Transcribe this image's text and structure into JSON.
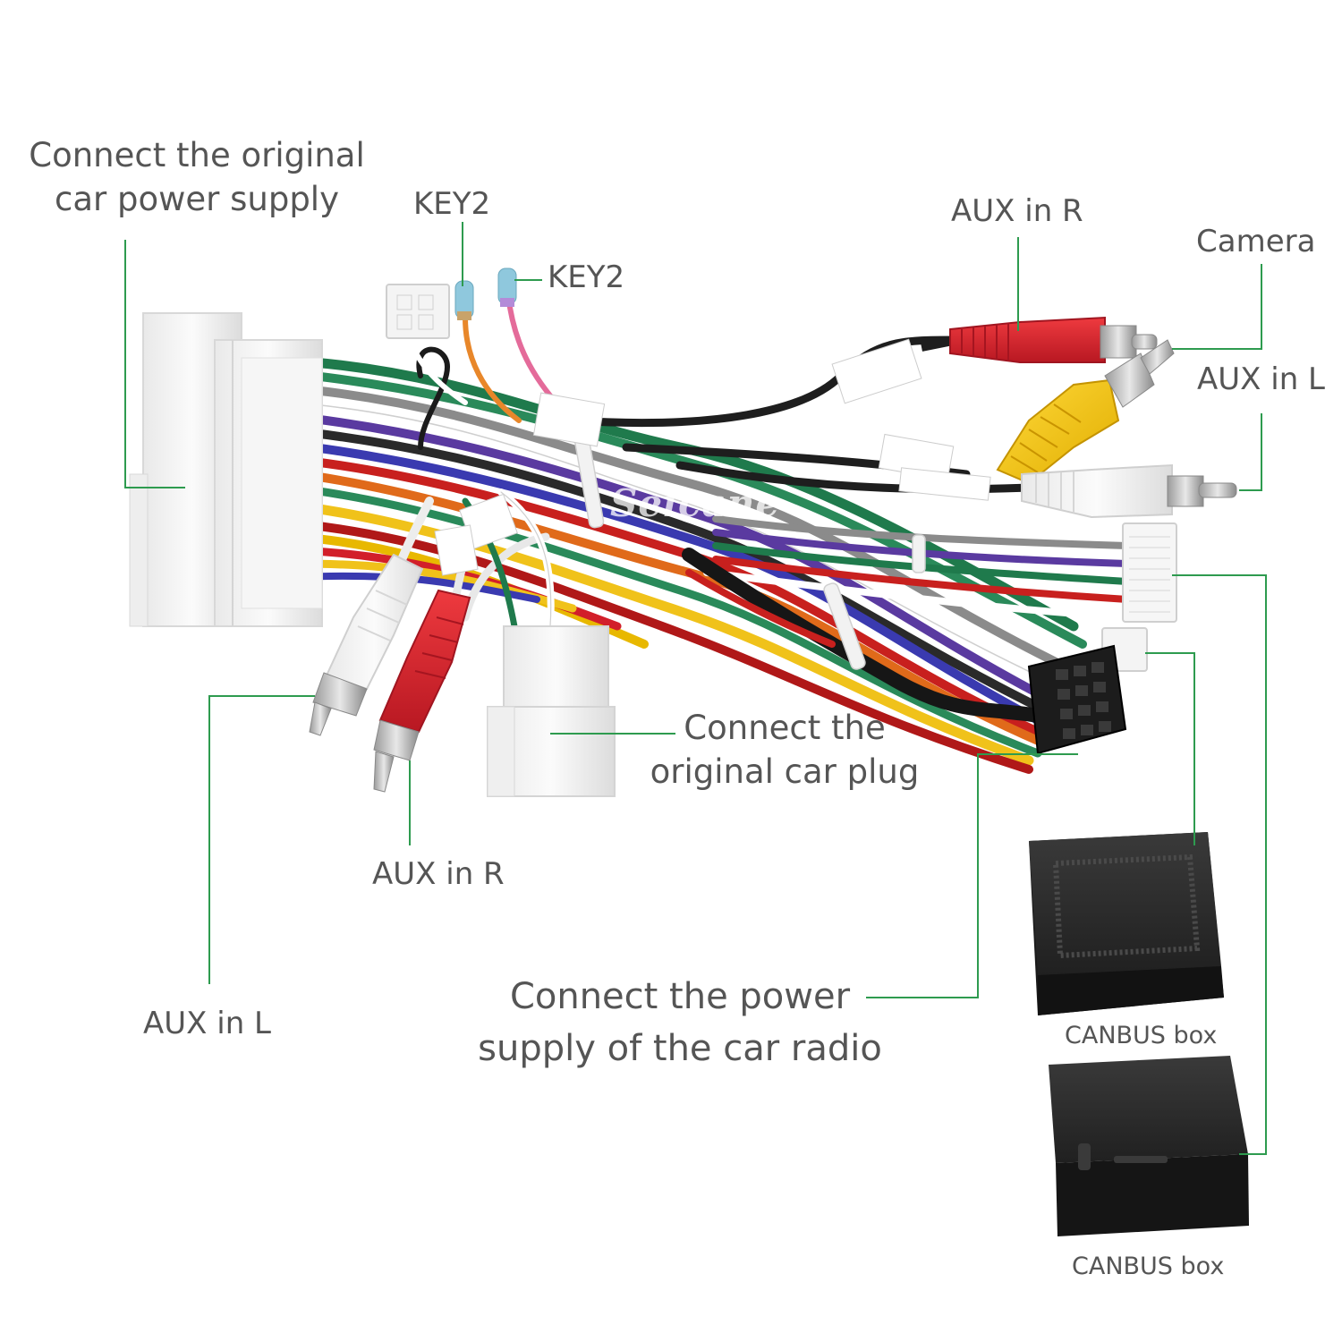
{
  "labels": {
    "power_supply": "Connect the original\ncar power supply",
    "key2_upper": "KEY2",
    "key2_right": "KEY2",
    "aux_r_top": "AUX in R",
    "camera": "Camera",
    "aux_l_right": "AUX in L",
    "car_plug": "Connect the\noriginal car plug",
    "aux_r_bottom": "AUX in R",
    "aux_l_bottom": "AUX in L",
    "radio_power": "Connect the power\nsupply of the car radio",
    "canbus_1": "CANBUS box",
    "canbus_2": "CANBUS box"
  },
  "watermark": "Seicane",
  "colors": {
    "leader_line": "#2e9b4f",
    "label_text": "#555555",
    "rca_red": "#d21f2a",
    "rca_yellow": "#f2c40f",
    "rca_white": "#eeeeee",
    "canbus_box": "#1c1c1c"
  }
}
